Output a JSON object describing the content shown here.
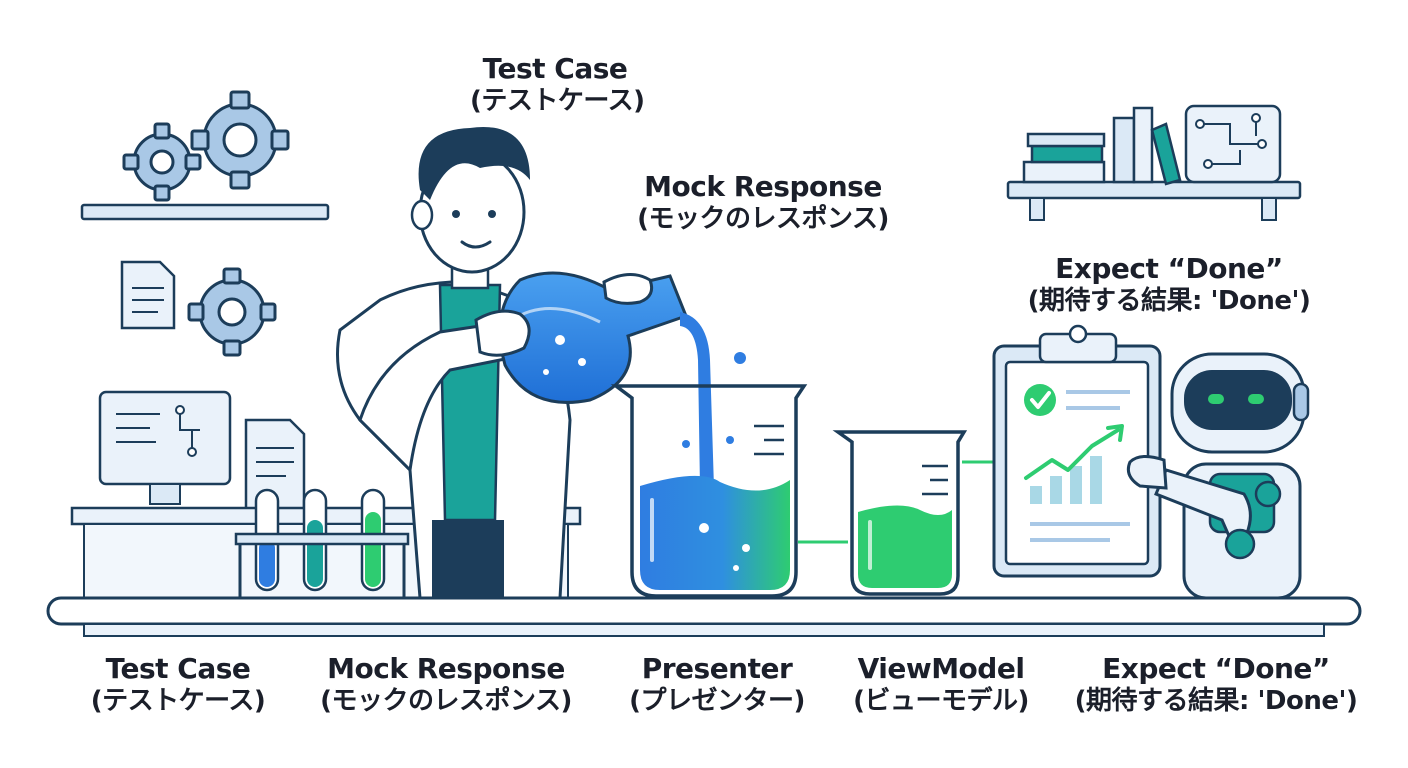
{
  "callouts": {
    "test_case": {
      "en": "Test Case",
      "ja": "(テストケース)"
    },
    "mock_response": {
      "en": "Mock Response",
      "ja": "(モックのレスポンス)"
    },
    "expect_done": {
      "en": "Expect “Done”",
      "ja": "(期待する結果: 'Done')"
    }
  },
  "bench_labels": [
    {
      "en": "Test Case",
      "ja": "(テストケース)"
    },
    {
      "en": "Mock Response",
      "ja": "(モックのレスポンス)"
    },
    {
      "en": "Presenter",
      "ja": "(プレゼンター)"
    },
    {
      "en": "ViewModel",
      "ja": "(ビューモデル)"
    },
    {
      "en": "Expect “Done”",
      "ja": "(期待する結果: 'Done')"
    }
  ],
  "colors": {
    "ink": "#1c3d5a",
    "blue_liquid": "#2f7de1",
    "green_liquid": "#2ecc71",
    "teal": "#1aa39a",
    "light_blue": "#dbe9f6"
  },
  "icons": [
    "gear-icon",
    "document-icon",
    "monitor-icon",
    "flask-icon",
    "beaker-icon",
    "clipboard-icon",
    "robot-icon",
    "book-icon",
    "circuit-icon",
    "test-tube-icon"
  ]
}
